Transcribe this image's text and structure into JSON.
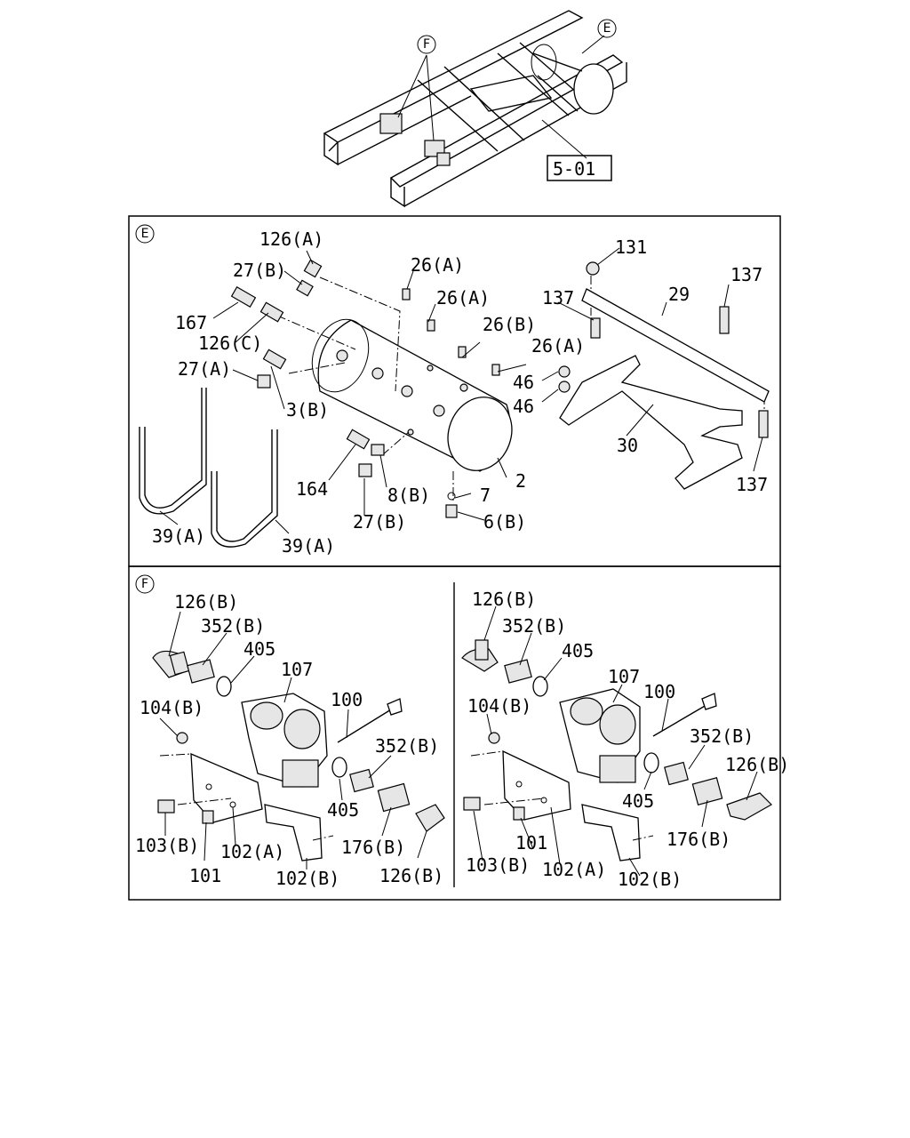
{
  "overview": {
    "ref_box": "5-01",
    "callout_e": "E",
    "callout_f": "F"
  },
  "section_e": {
    "tag": "E",
    "labels": {
      "l126a": "126(A)",
      "l27b_top": "27(B)",
      "l167": "167",
      "l126c": "126(C)",
      "l27a": "27(A)",
      "l3b": "3(B)",
      "l26a_1": "26(A)",
      "l26a_2": "26(A)",
      "l26b": "26(B)",
      "l26a_3": "26(A)",
      "l46_1": "46",
      "l46_2": "46",
      "l131": "131",
      "l137_1": "137",
      "l137_2": "137",
      "l137_3": "137",
      "l29": "29",
      "l30": "30",
      "l2": "2",
      "l7": "7",
      "l6b": "6(B)",
      "l164": "164",
      "l8b": "8(B)",
      "l27b_bot": "27(B)",
      "l39a_1": "39(A)",
      "l39a_2": "39(A)"
    }
  },
  "section_f": {
    "tag": "F",
    "left": {
      "l126b_top": "126(B)",
      "l352b_top": "352(B)",
      "l405_top": "405",
      "l107": "107",
      "l104b": "104(B)",
      "l100": "100",
      "l352b_mid": "352(B)",
      "l405_mid": "405",
      "l103b": "103(B)",
      "l102a": "102(A)",
      "l101": "101",
      "l102b": "102(B)",
      "l176b": "176(B)",
      "l126b_bot": "126(B)"
    },
    "right": {
      "l126b_top": "126(B)",
      "l352b_top": "352(B)",
      "l405_top": "405",
      "l107": "107",
      "l100": "100",
      "l104b": "104(B)",
      "l352b_mid": "352(B)",
      "l126b_mid": "126(B)",
      "l405_mid": "405",
      "l176b": "176(B)",
      "l103b": "103(B)",
      "l101": "101",
      "l102a": "102(A)",
      "l102b": "102(B)"
    }
  }
}
